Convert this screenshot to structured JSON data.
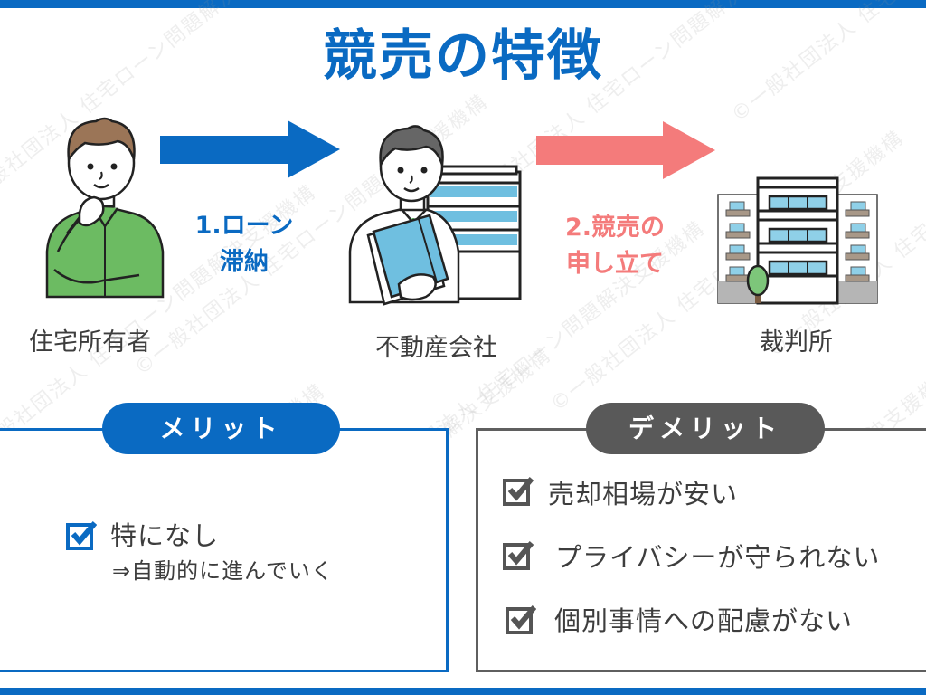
{
  "title": "競売の特徴",
  "watermark": "©一般社団法人 住宅ローン問題解決支援機構",
  "colors": {
    "brand_blue": "#0a6ac2",
    "step2_pink": "#f47b7b",
    "demerit_gray": "#595959",
    "shirt_green": "#6cbb62",
    "folder_blue": "#6fbfe0"
  },
  "flow": {
    "actors": [
      {
        "id": "homeowner",
        "label": "住宅所有者",
        "icon": "homeowner-thinking-person-icon"
      },
      {
        "id": "real-estate",
        "label": "不動産会社",
        "icon": "realtor-with-documents-icon"
      },
      {
        "id": "court",
        "label": "裁判所",
        "icon": "court-building-icon"
      }
    ],
    "steps": [
      {
        "number": "1.",
        "line1": "ローン",
        "line2": "滞納",
        "icon": "arrow-right-blue-icon"
      },
      {
        "number": "2.",
        "line1": "競売の",
        "line2": "申し立て",
        "icon": "arrow-right-pink-icon"
      }
    ]
  },
  "merit": {
    "heading": "メリット",
    "items": [
      {
        "text": "特になし",
        "sub": "⇒自動的に進んでいく",
        "icon": "checkbox-checked-icon"
      }
    ]
  },
  "demerit": {
    "heading": "デメリット",
    "items": [
      {
        "text": "売却相場が安い",
        "icon": "checkbox-checked-icon"
      },
      {
        "text": "プライバシーが守られない",
        "icon": "checkbox-checked-icon"
      },
      {
        "text": "個別事情への配慮がない",
        "icon": "checkbox-checked-icon"
      }
    ]
  }
}
